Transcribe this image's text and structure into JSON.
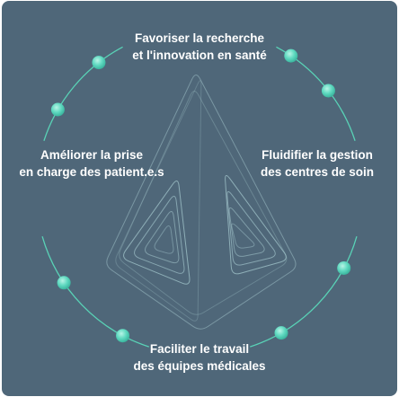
{
  "colors": {
    "background": "#4f6779",
    "circle_stroke": "#59d2b6",
    "node_fill": "#5fd9c0",
    "text": "#ffffff",
    "triangle_stroke": "#9ec0c7"
  },
  "center_graphic": {
    "icon": "concentric-triangles-logo-icon"
  },
  "labels": {
    "top": {
      "line1": "Favoriser la recherche",
      "line2": "et l'innovation en santé"
    },
    "left": {
      "line1": "Améliorer la prise",
      "line2": "en charge des patient.e.s"
    },
    "right": {
      "line1": "Fluidifier la gestion",
      "line2": "des centres de soin"
    },
    "bottom": {
      "line1": "Faciliter le travail",
      "line2": "des équipes médicales"
    }
  }
}
